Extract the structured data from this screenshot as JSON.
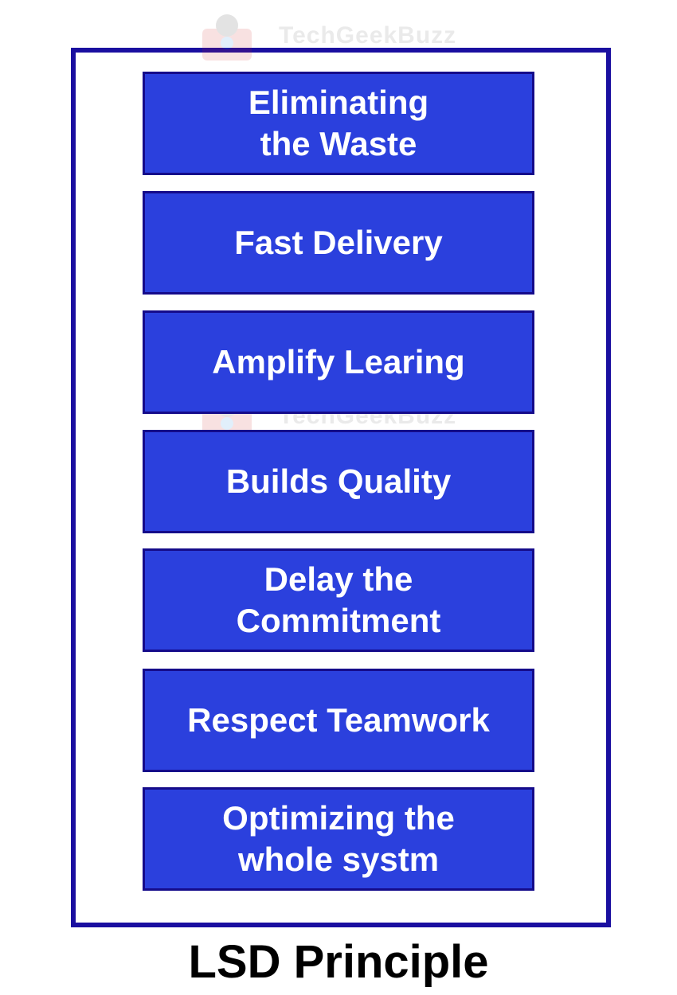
{
  "watermark": {
    "text": "TechGeekBuzz"
  },
  "principles": [
    {
      "label": "Eliminating\nthe Waste"
    },
    {
      "label": "Fast Delivery"
    },
    {
      "label": "Amplify Learing"
    },
    {
      "label": "Builds Quality"
    },
    {
      "label": "Delay the\nCommitment"
    },
    {
      "label": "Respect Teamwork"
    },
    {
      "label": "Optimizing the\nwhole systm"
    }
  ],
  "caption": "LSD Principle",
  "colors": {
    "frame": "#1a0fa0",
    "box_fill": "#2b40dd",
    "box_border": "#150b8a",
    "box_text": "#ffffff"
  }
}
